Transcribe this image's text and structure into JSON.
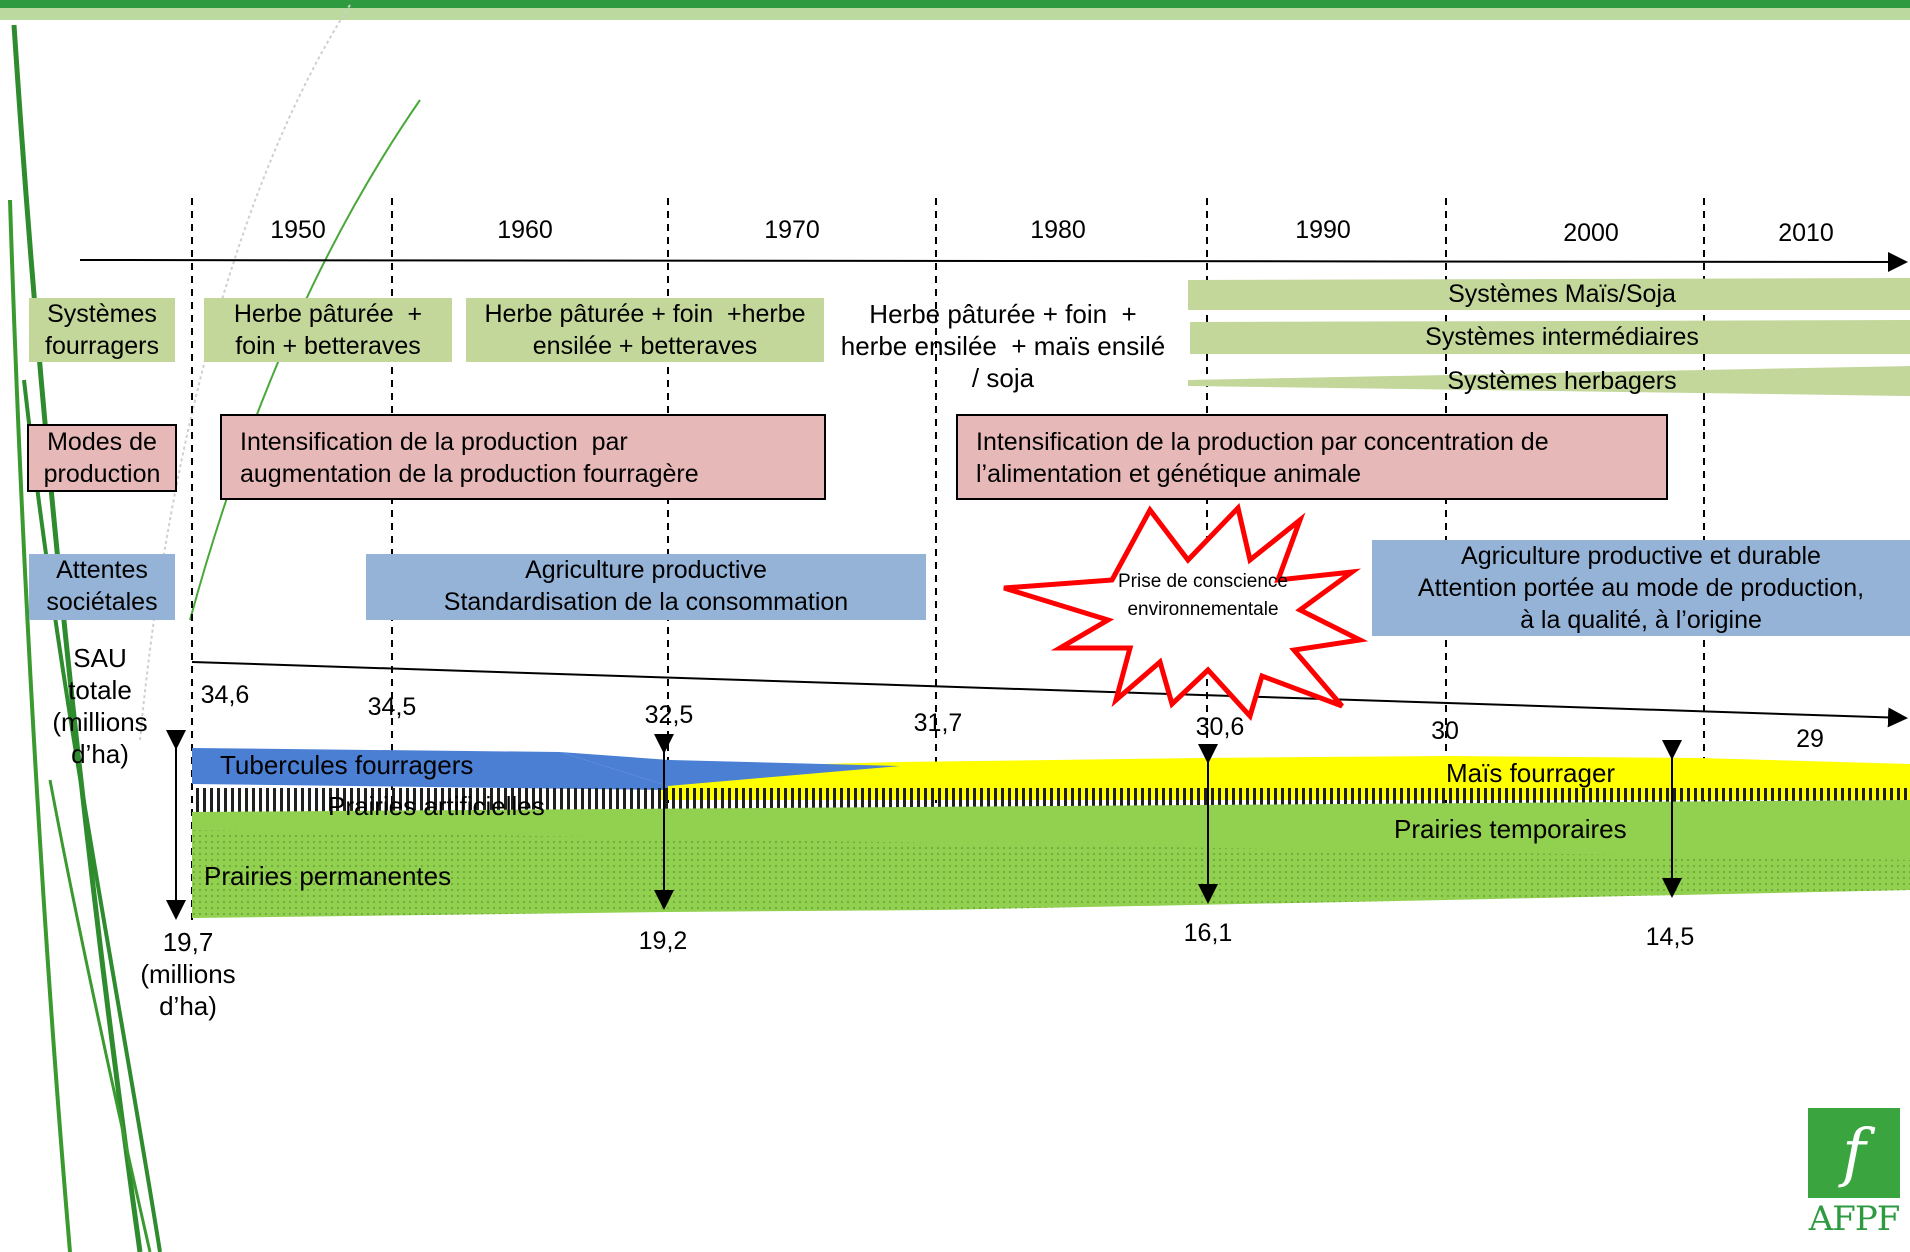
{
  "timeline": {
    "decades": [
      "1950",
      "1960",
      "1970",
      "1980",
      "1990",
      "2000",
      "2010"
    ]
  },
  "rows": {
    "systemes_fourragers": "Systèmes\nfourragers",
    "modes_de_production": "Modes de\nproduction",
    "attentes_societales": "Attentes\nsociétales",
    "sau_totale": "SAU\ntotale\n(millions\nd’ha)",
    "sfp_unit": "19,7\n(millions\nd’ha)"
  },
  "systemes": {
    "box1": "Herbe pâturée  +\nfoin + betteraves",
    "box2": "Herbe pâturée + foin  +herbe\nensilée + betteraves",
    "box3": "Herbe pâturée + foin  +\nherbe ensilée  + maïs ensilé\n/ soja",
    "mais_soja": "Systèmes Maïs/Soja",
    "intermediaires": "Systèmes intermédiaires",
    "herbagers": "Systèmes herbagers"
  },
  "modes": {
    "box1": "Intensification de la production  par\naugmentation de la production fourragère",
    "box2": "Intensification de la production par concentration de\nl’alimentation et génétique animale"
  },
  "attentes": {
    "box1": "Agriculture productive\nStandardisation de la consommation",
    "box2": "Agriculture productive et durable\nAttention portée au mode de production,\nà la qualité, à l’origine",
    "star": "Prise de conscience\nenvironnementale"
  },
  "sau_values": [
    "34,6",
    "34,5",
    "32,5",
    "31,7",
    "30,6",
    "30",
    "29"
  ],
  "sfp_values": [
    "19,2",
    "16,1",
    "14,5"
  ],
  "bands": {
    "tubercules": "Tubercules fourragers",
    "artificielles": "Prairies artificielles",
    "permanentes": "Prairies permanentes",
    "mais": "Maïs fourrager",
    "temporaires": "Prairies temporaires"
  },
  "logo": {
    "mark": "f",
    "name": "AFPF"
  },
  "colors": {
    "green_box": "#c3d79b",
    "pink_box": "#e6b8b8",
    "blue_box": "#95b3d7",
    "tubercules": "#4a7fd4",
    "mais": "#ffff00",
    "prairies": "#92d050",
    "star_outline": "#ff0000",
    "brand": "#2e9a3f"
  }
}
